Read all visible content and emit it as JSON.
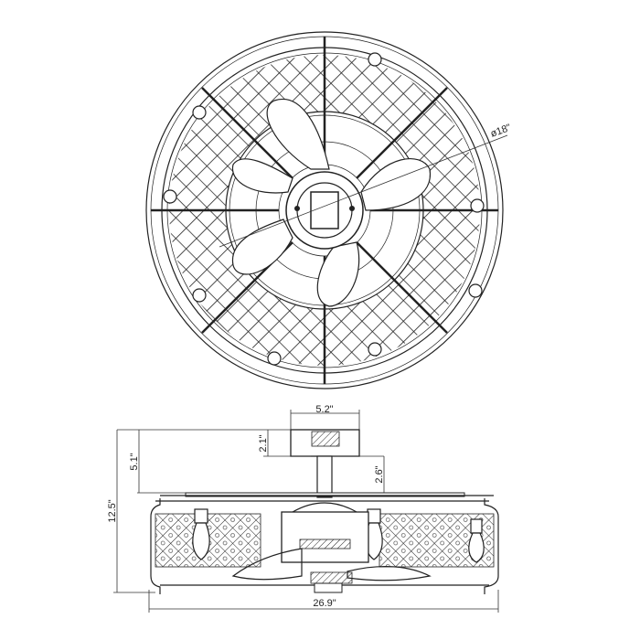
{
  "drawing": {
    "top_view": {
      "diameter_label": "ø18\""
    },
    "side_view": {
      "canopy_width_label": "5.2\"",
      "canopy_height_label": "2.1\"",
      "downrod_label": "2.6\"",
      "ceiling_to_cage_label": "5.1\"",
      "total_height_label": "12.5\"",
      "total_width_label": "26.9\""
    }
  }
}
